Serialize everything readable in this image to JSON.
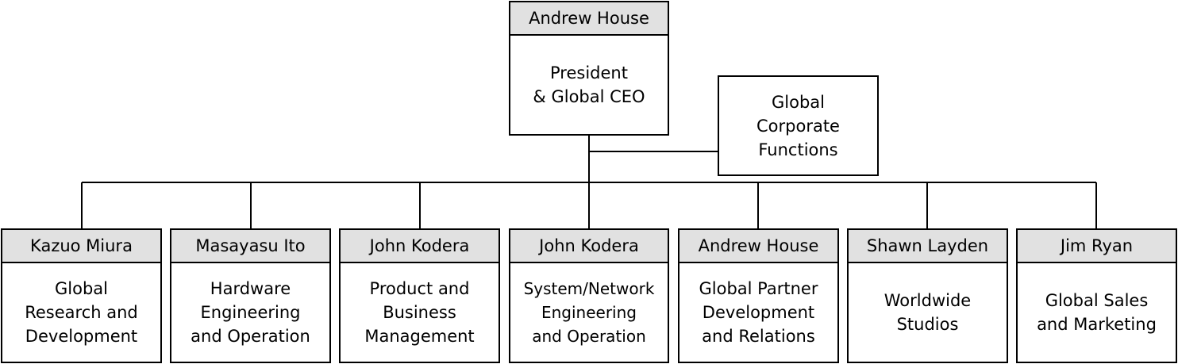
{
  "top": {
    "name": "Andrew House",
    "role": "President\n& Global CEO"
  },
  "side": {
    "label": "Global\nCorporate\nFunctions"
  },
  "divisions": [
    {
      "name": "Kazuo Miura",
      "role": "Global\nResearch and\nDevelopment"
    },
    {
      "name": "Masayasu Ito",
      "role": "Hardware\nEngineering\nand Operation"
    },
    {
      "name": "John Kodera",
      "role": "Product and\nBusiness\nManagement"
    },
    {
      "name": "John Kodera",
      "role": "System/Network\nEngineering\nand Operation"
    },
    {
      "name": "Andrew House",
      "role": "Global Partner\nDevelopment\nand Relations"
    },
    {
      "name": "Shawn Layden",
      "role": "Worldwide\nStudios"
    },
    {
      "name": "Jim Ryan",
      "role": "Global Sales\nand Marketing"
    }
  ]
}
